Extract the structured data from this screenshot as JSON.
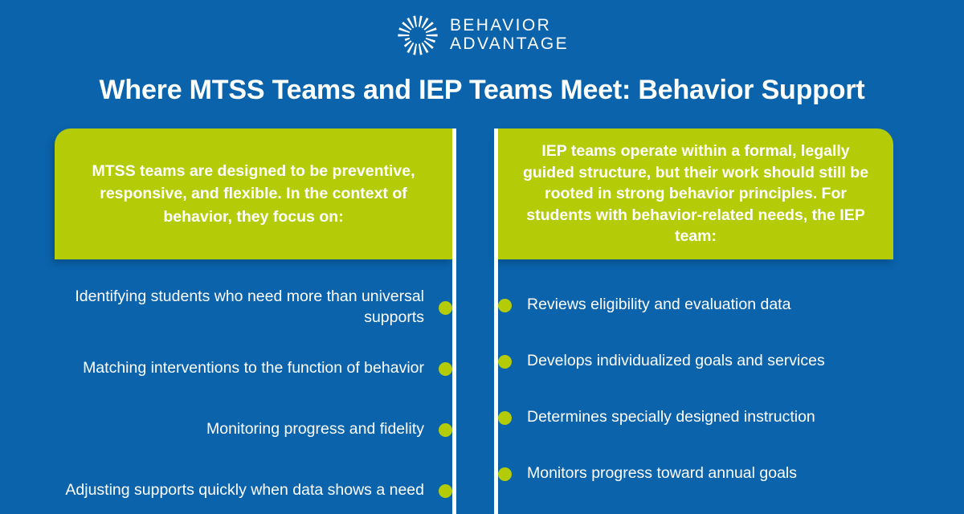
{
  "colors": {
    "background_blue": "#0a63ab",
    "accent_green": "#b4cc07",
    "text_white": "#ffffff"
  },
  "logo": {
    "mark_name": "sunburst-radial-logo-icon",
    "line1": "BEHAVIOR",
    "line2": "ADVANTAGE"
  },
  "header": {
    "title": "Where MTSS Teams and IEP Teams Meet: Behavior Support"
  },
  "columns": {
    "left": {
      "card_text": "MTSS teams are designed to be preventive, responsive, and flexible. In the context of behavior, they focus on:",
      "items": [
        "Identifying students who need more than universal supports",
        "Matching interventions to the function of behavior",
        "Monitoring progress and fidelity",
        "Adjusting supports quickly when data shows a need"
      ]
    },
    "right": {
      "card_text": "IEP teams operate within a formal, legally guided structure, but their work should still be rooted in strong behavior principles. For students with behavior-related needs, the IEP team:",
      "items": [
        "Reviews eligibility and evaluation data",
        "Develops individualized goals and services",
        "Determines specially designed instruction",
        "Monitors progress toward annual goals"
      ]
    }
  }
}
